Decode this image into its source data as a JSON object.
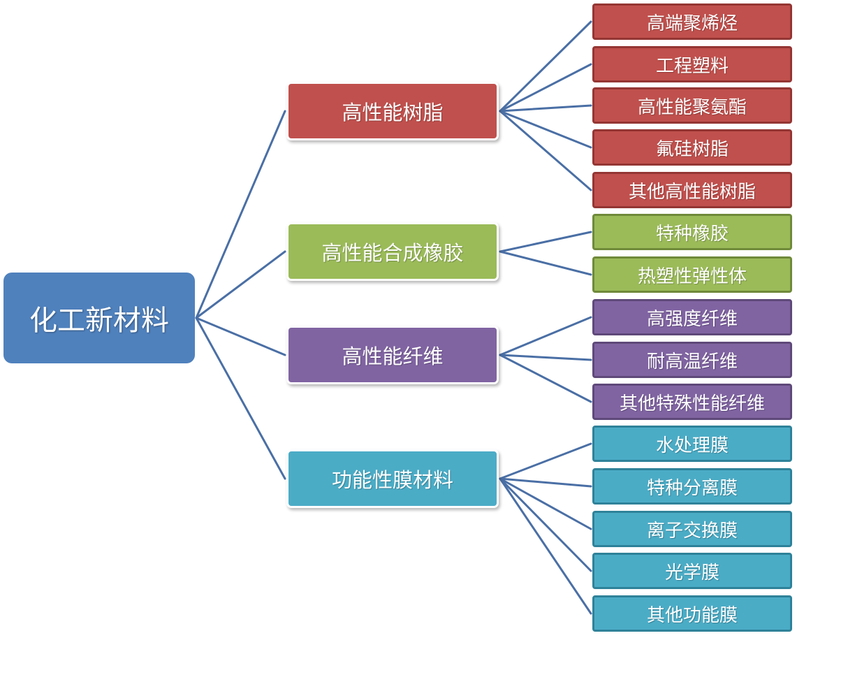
{
  "root": {
    "label": "化工新材料",
    "color": "#4f81bd"
  },
  "categories": [
    {
      "label": "高性能树脂",
      "color": "#c0504d",
      "items": [
        "高端聚烯烃",
        "工程塑料",
        "高性能聚氨酯",
        "氟硅树脂",
        "其他高性能树脂"
      ]
    },
    {
      "label": "高性能合成橡胶",
      "color": "#9bbb59",
      "items": [
        "特种橡胶",
        "热塑性弹性体"
      ]
    },
    {
      "label": "高性能纤维",
      "color": "#8064a2",
      "items": [
        "高强度纤维",
        "耐高温纤维",
        "其他特殊性能纤维"
      ]
    },
    {
      "label": "功能性膜材料",
      "color": "#4bacc6",
      "items": [
        "水处理膜",
        "特种分离膜",
        "离子交换膜",
        "光学膜",
        "其他功能膜"
      ]
    }
  ],
  "connector_color": "#4a6fa5"
}
